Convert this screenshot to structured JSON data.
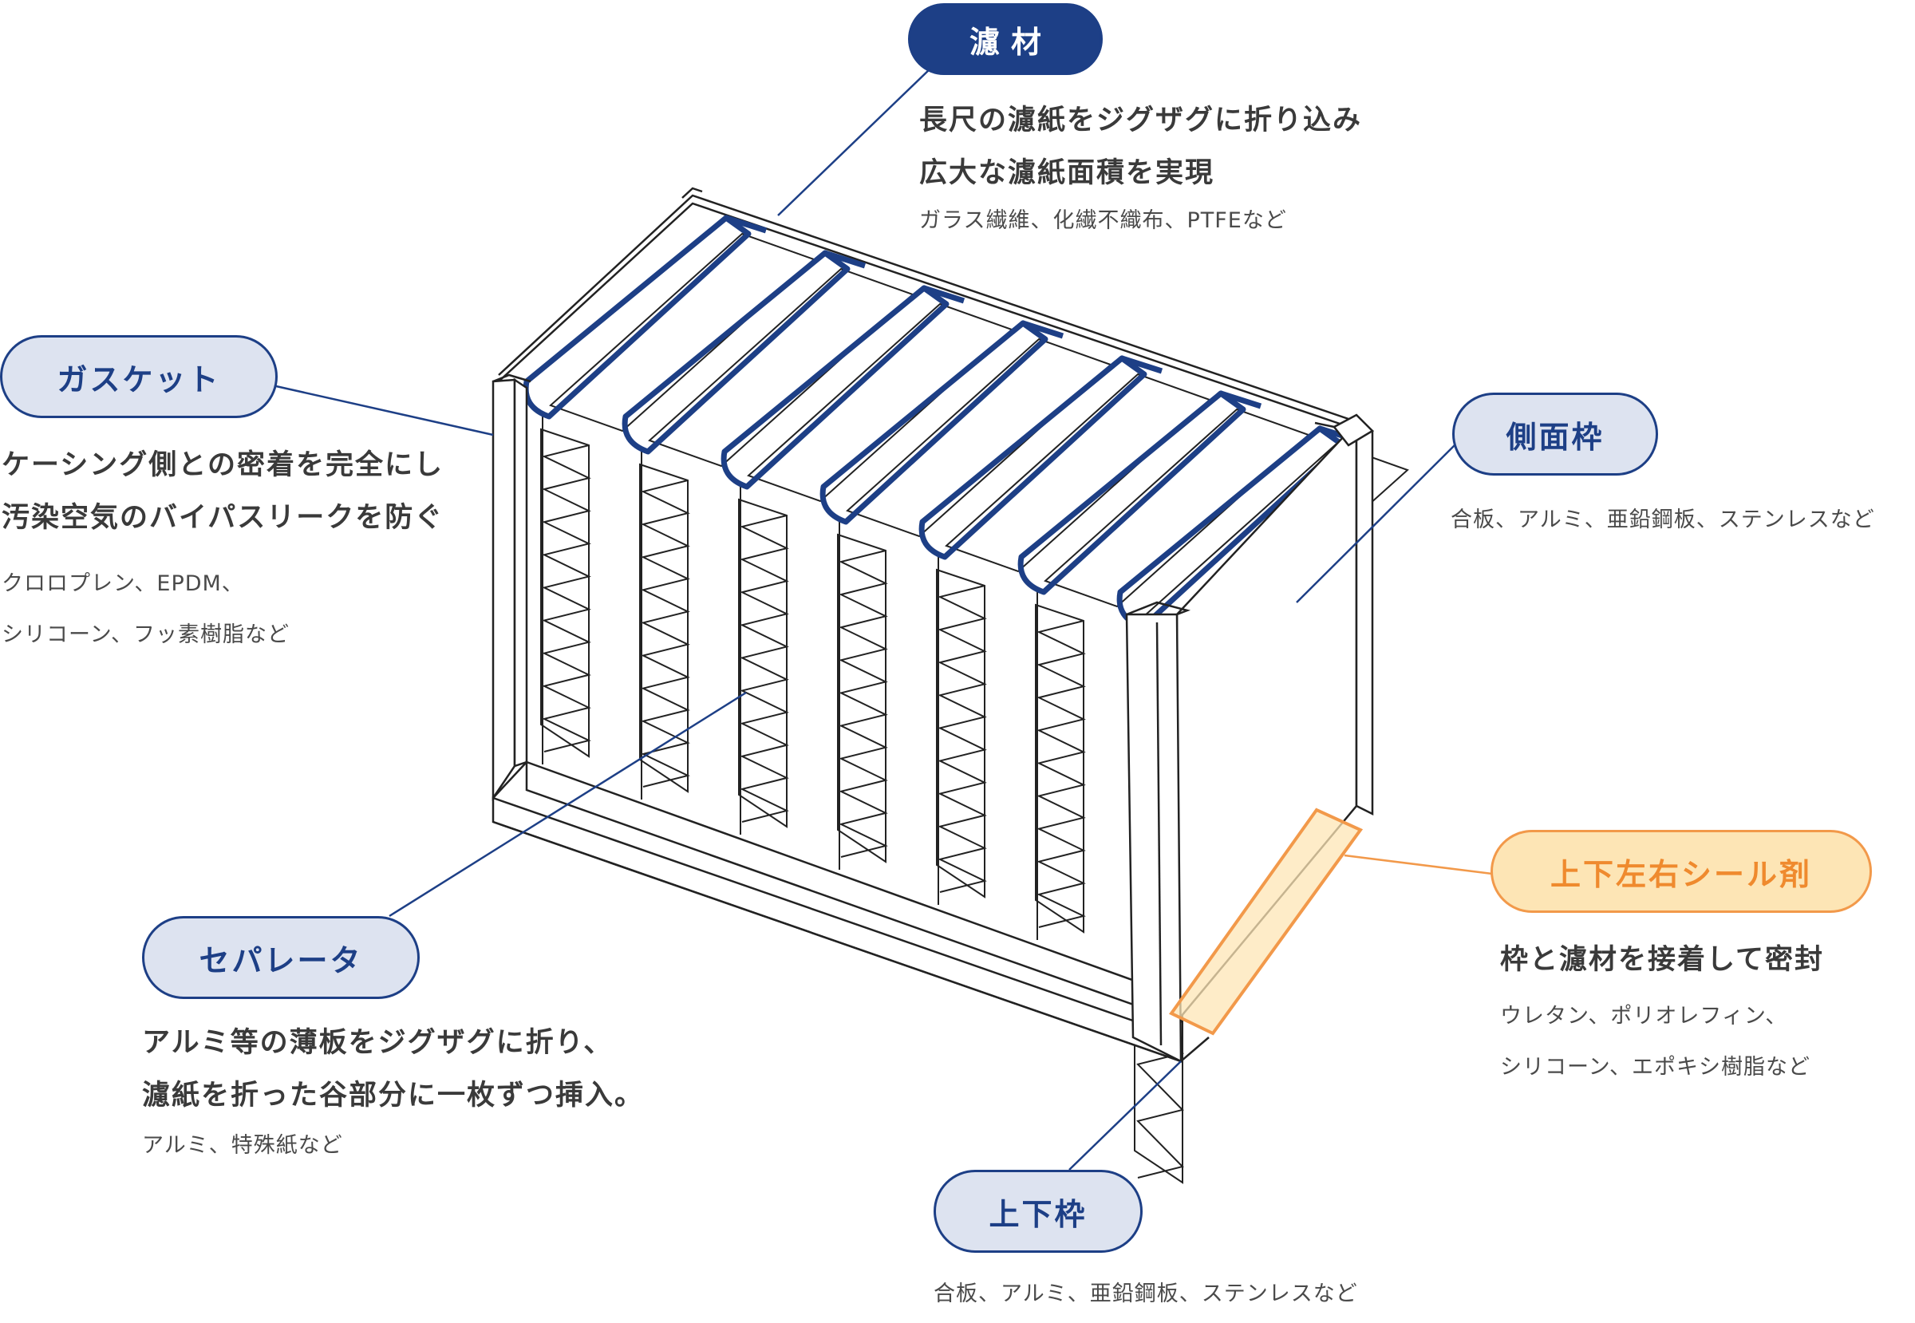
{
  "colors": {
    "navy": "#1d3f86",
    "label_fill": "#dde3f0",
    "orange": "#f2994a",
    "orange_fill": "#fde5b5",
    "outline": "#222222"
  },
  "labels": {
    "filter_media": {
      "title": "濾材",
      "description": [
        "長尺の濾紙をジグザグに折り込み",
        "広大な濾紙面積を実現"
      ],
      "materials": [
        "ガラス繊維、化繊不織布、PTFEなど"
      ]
    },
    "gasket": {
      "title": "ガスケット",
      "description": [
        "ケーシング側との密着を完全にし",
        "汚染空気のバイパスリークを防ぐ"
      ],
      "materials": [
        "クロロプレン、EPDM、",
        "シリコーン、フッ素樹脂など"
      ]
    },
    "side_frame": {
      "title": "側面枠",
      "materials": [
        "合板、アルミ、亜鉛鋼板、ステンレスなど"
      ]
    },
    "sealant": {
      "title": "上下左右シール剤",
      "description": [
        "枠と濾材を接着して密封"
      ],
      "materials": [
        "ウレタン、ポリオレフィン、",
        "シリコーン、エポキシ樹脂など"
      ]
    },
    "separator": {
      "title": "セパレータ",
      "description": [
        "アルミ等の薄板をジグザグに折り、",
        "濾紙を折った谷部分に一枚ずつ挿入。"
      ],
      "materials": [
        "アルミ、特殊紙など"
      ]
    },
    "top_bottom_frame": {
      "title": "上下枠",
      "materials": [
        "合板、アルミ、亜鉛鋼板、ステンレスなど"
      ]
    }
  }
}
